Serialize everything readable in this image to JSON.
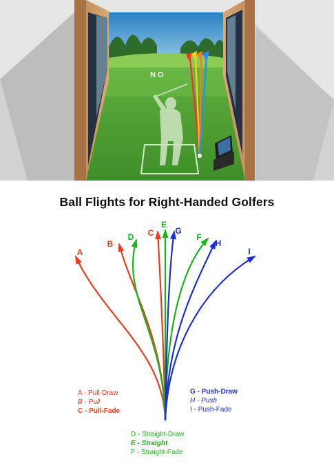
{
  "diagram": {
    "title": "Ball Flights for Right-Handed Golfers",
    "colors": {
      "pull": "#f03a1e",
      "straight": "#19b41c",
      "push": "#1a2fd6"
    },
    "flights": [
      {
        "letter": "A",
        "group": "pull"
      },
      {
        "letter": "B",
        "group": "pull"
      },
      {
        "letter": "C",
        "group": "pull"
      },
      {
        "letter": "D",
        "group": "straight"
      },
      {
        "letter": "E",
        "group": "straight"
      },
      {
        "letter": "F",
        "group": "straight"
      },
      {
        "letter": "G",
        "group": "push"
      },
      {
        "letter": "H",
        "group": "push"
      },
      {
        "letter": "I",
        "group": "push"
      }
    ]
  },
  "legend": {
    "left": [
      {
        "text": "A - Pull-Draw",
        "style": "normal"
      },
      {
        "text": "B - Pull",
        "style": "italic"
      },
      {
        "text": "C - Pull-Fade",
        "style": "bold"
      }
    ],
    "right": [
      {
        "text": "G - Push-Draw",
        "style": "bold"
      },
      {
        "text": "H - Push",
        "style": "italic"
      },
      {
        "text": "I - Push-Fade",
        "style": "normal"
      }
    ],
    "center": [
      {
        "text": "D - Straight-Draw",
        "style": "normal"
      },
      {
        "text": "E - Straight",
        "style": "bold-italic"
      },
      {
        "text": "F - Straight-Fade",
        "style": "normal"
      }
    ]
  },
  "scene": {
    "logo": "N O"
  }
}
